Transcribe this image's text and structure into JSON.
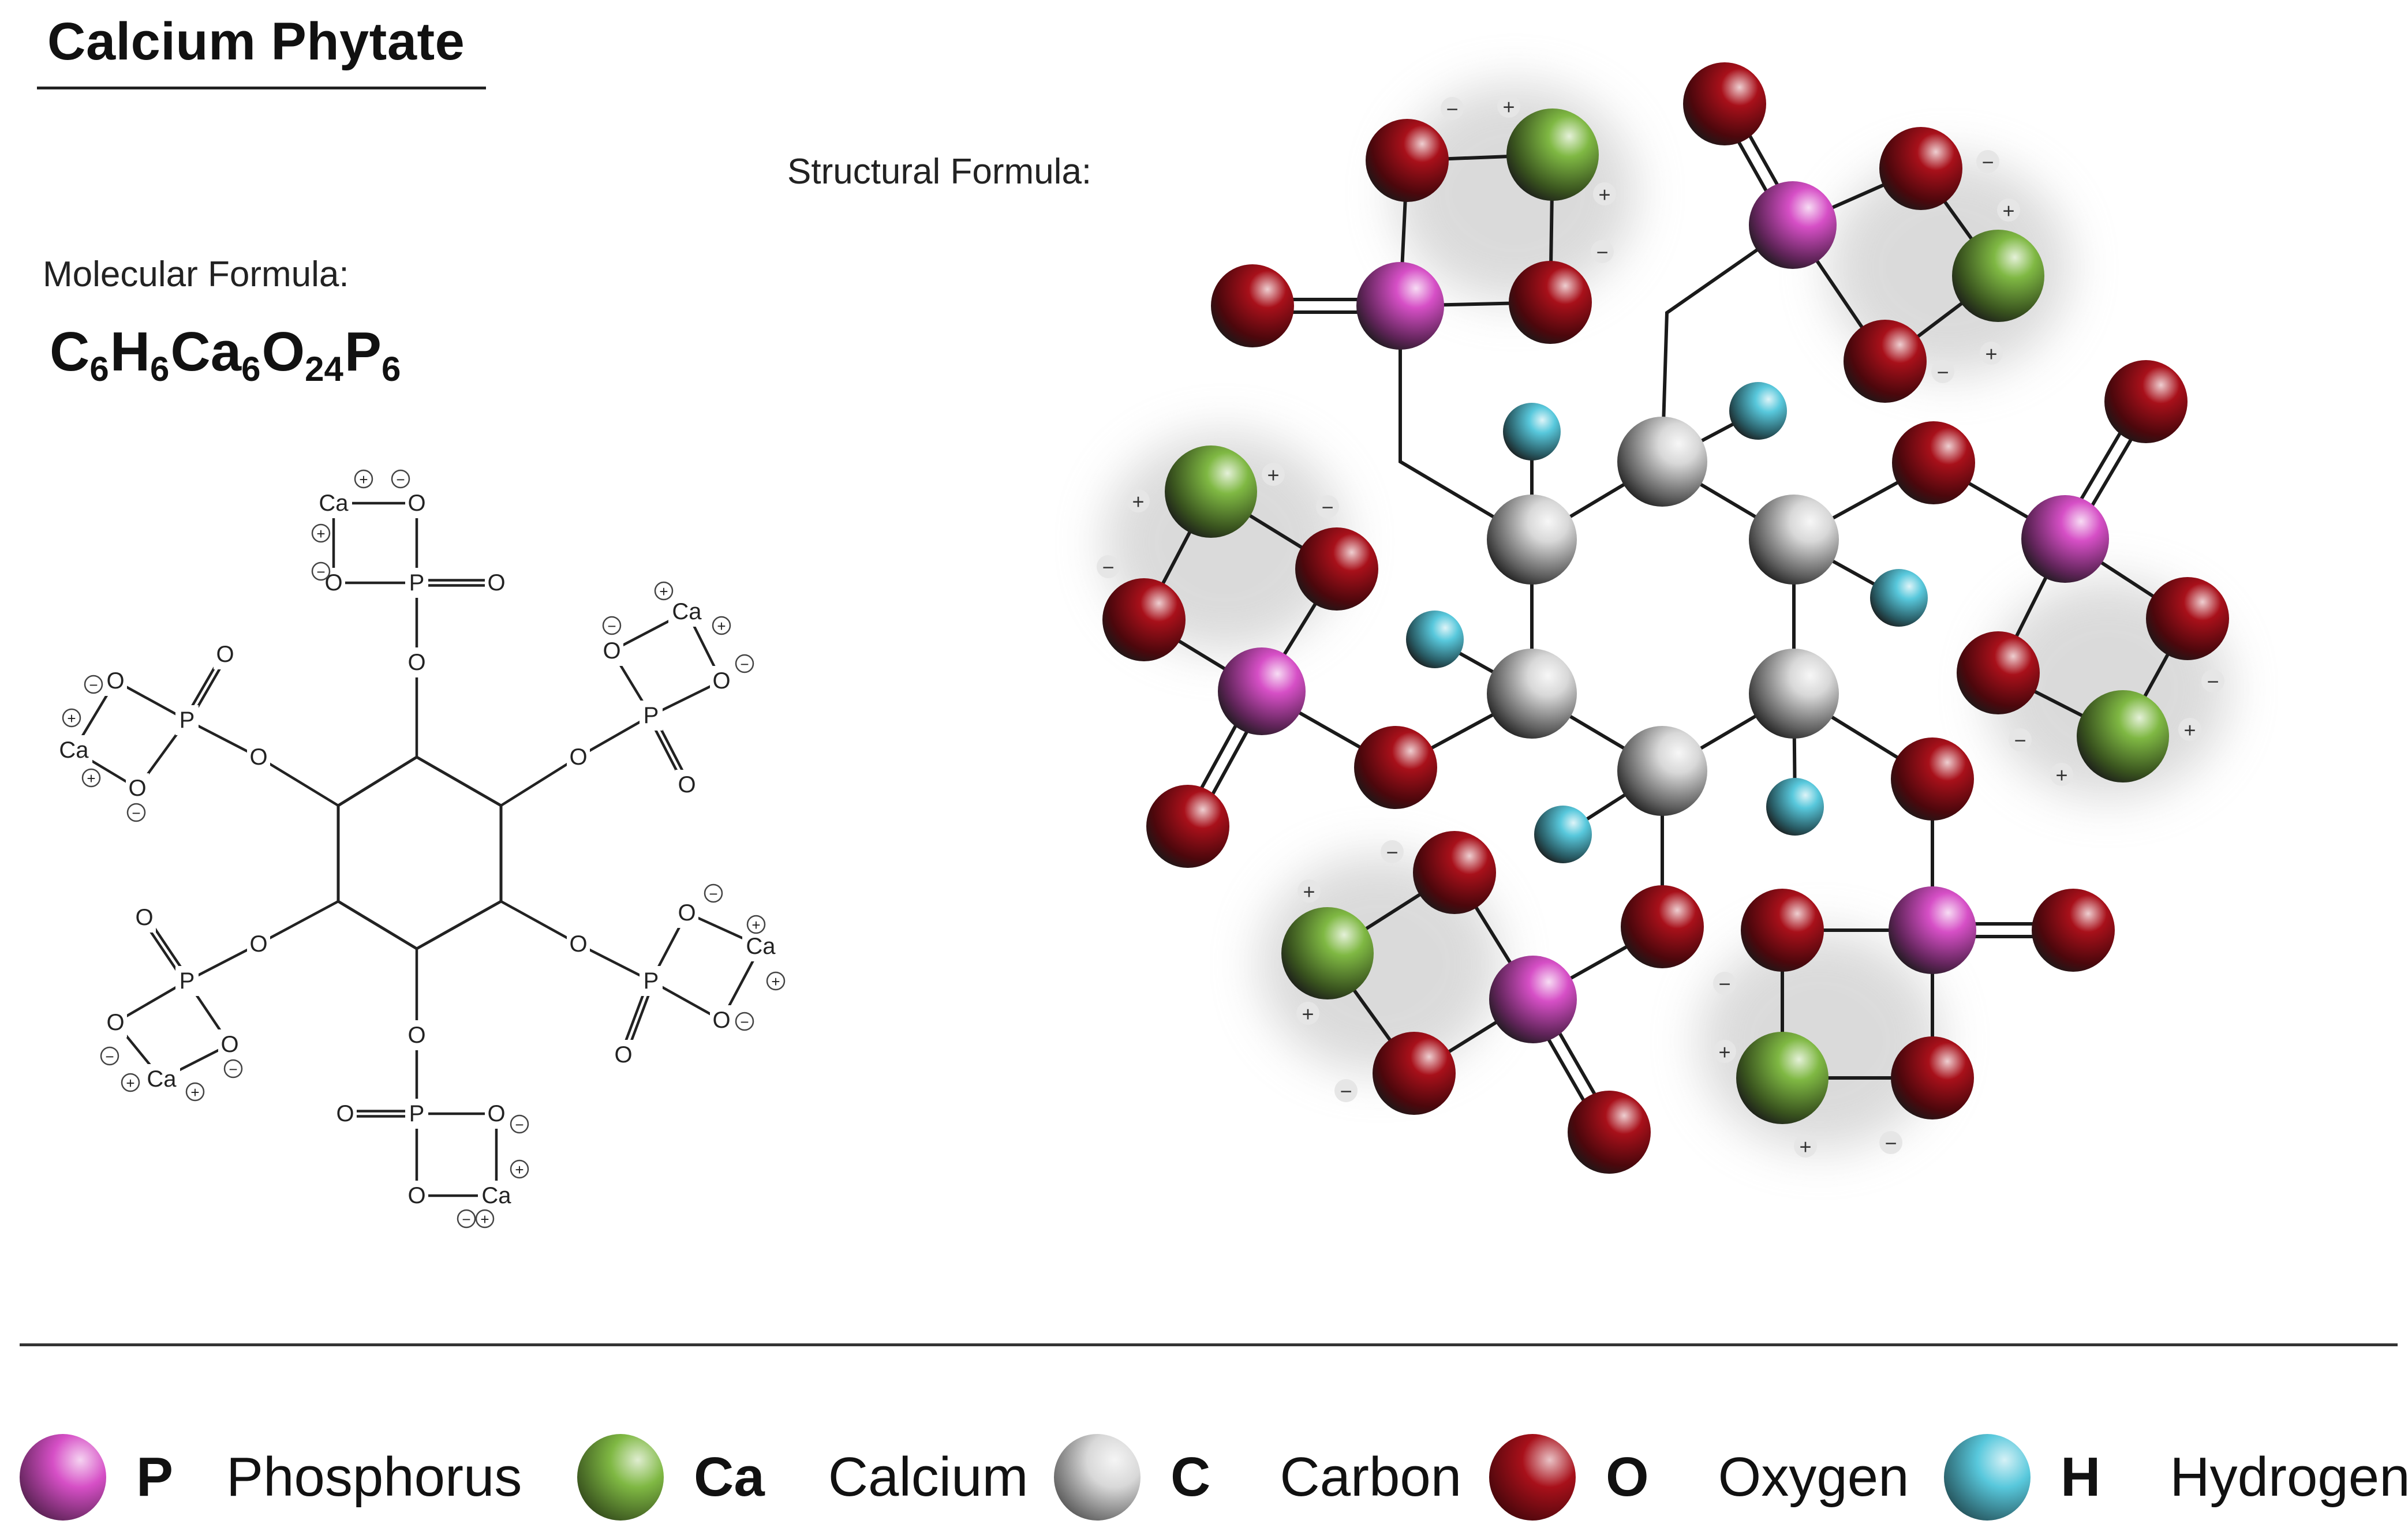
{
  "title": "Calcium Phytate",
  "molecular_formula_label": "Molecular Formula:",
  "structural_formula_label": "Structural Formula:",
  "formula": {
    "parts": [
      {
        "el": "C",
        "n": "6"
      },
      {
        "el": "H",
        "n": "6"
      },
      {
        "el": "Ca",
        "n": "6"
      },
      {
        "el": "O",
        "n": "24"
      },
      {
        "el": "P",
        "n": "6"
      }
    ]
  },
  "skeletal_labels": {
    "calcium": "Ca",
    "phosphorus": "P",
    "oxygen": "O",
    "charge_plus": "+",
    "charge_minus": "−"
  },
  "legend": [
    {
      "symbol": "P",
      "name": "Phosphorus",
      "color": "#d64fc6"
    },
    {
      "symbol": "Ca",
      "name": "Calcium",
      "color": "#7fb843"
    },
    {
      "symbol": "C",
      "name": "Carbon",
      "color": "#d8d8d8"
    },
    {
      "symbol": "O",
      "name": "Oxygen",
      "color": "#a8101a"
    },
    {
      "symbol": "H",
      "name": "Hydrogen",
      "color": "#58c8dc"
    }
  ],
  "colors": {
    "phosphorus": "#d64fc6",
    "calcium": "#7fb843",
    "carbon": "#d8d8d8",
    "oxygen": "#a8101a",
    "hydrogen": "#58c8dc",
    "bond": "#1a1a1a"
  }
}
